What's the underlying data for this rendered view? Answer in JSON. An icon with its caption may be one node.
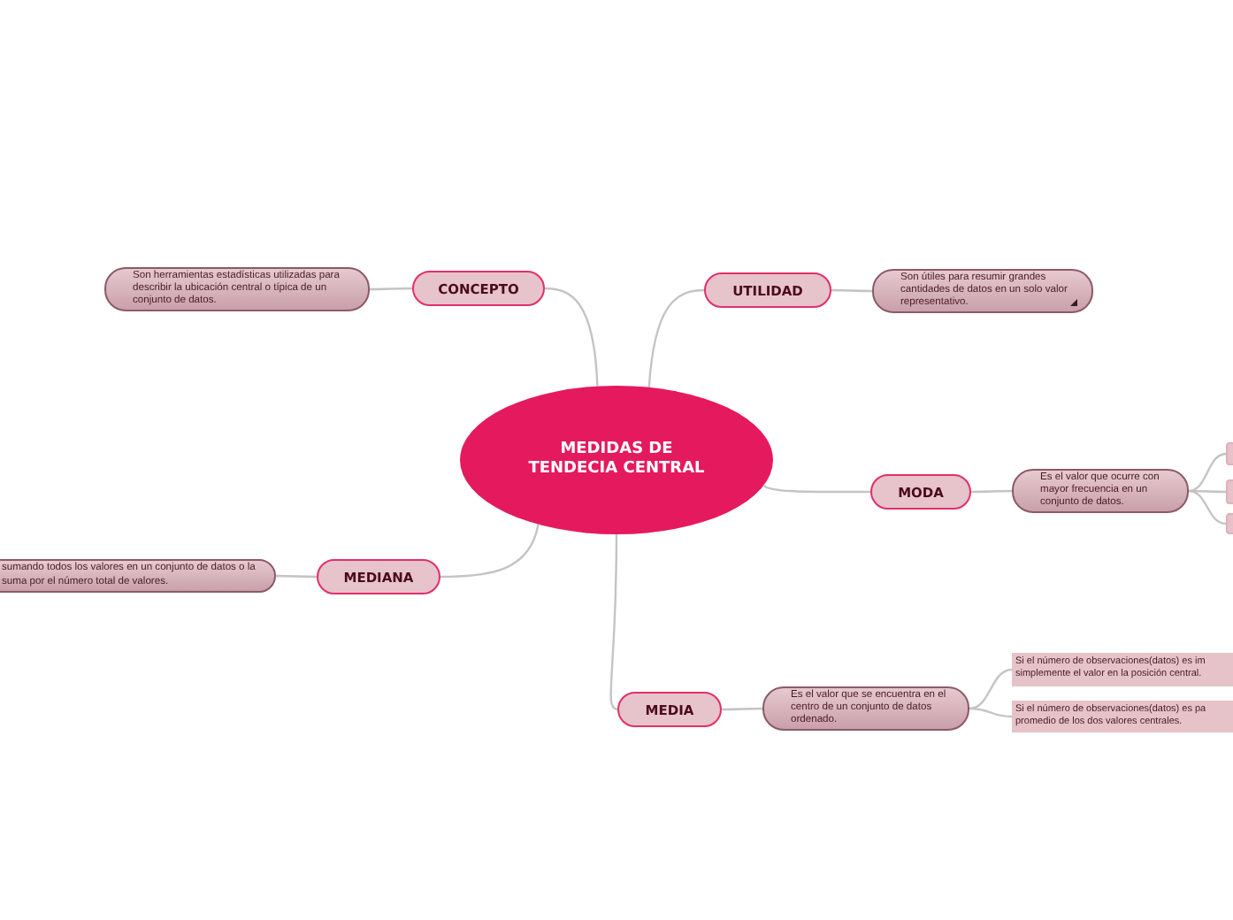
{
  "diagram": {
    "nodes": [
      {
        "text": [
          "MEDIDAS DE TENDECIA CENTRAL"
        ]
      },
      {
        "text": [
          "CONCEPTO"
        ]
      },
      {
        "text": [
          "Son herramientas estadísticas utilizadas para describir la ubicación central o típica de un conjunto de datos."
        ]
      },
      {
        "text": [
          "UTILIDAD"
        ]
      },
      {
        "text": [
          "Son útiles para resumir grandes cantidades de datos en un solo valor representativo."
        ]
      },
      {
        "text": [
          "MODA"
        ]
      },
      {
        "text": [
          "Es el valor que ocurre con mayor frecuencia en un conjunto de datos."
        ]
      },
      {
        "text": [],
        "shape": "box"
      },
      {
        "text": [],
        "shape": "box"
      },
      {
        "text": [],
        "shape": "box"
      },
      {
        "text": [
          "MEDIANA"
        ]
      },
      {
        "text": [
          "sumando todos los valores en un conjunto de datos o la suma por el número total de valores."
        ]
      },
      {
        "text": [
          "MEDIA"
        ]
      },
      {
        "text": [
          "Es el valor que se encuentra en el centro de un conjunto de datos ordenado."
        ]
      },
      {
        "text": [
          "Si el número de observaciones(datos) es im",
          "simplemente el valor en la posición central."
        ]
      },
      {
        "text": [
          "Si el número de observaciones(datos) es pa",
          "promedio de los dos valores centrales."
        ]
      }
    ],
    "edges": [
      {
        "from": 0,
        "to": 1,
        "arrow": "none"
      },
      {
        "from": 1,
        "to": 2,
        "arrow": "none"
      },
      {
        "from": 0,
        "to": 3,
        "arrow": "none"
      },
      {
        "from": 3,
        "to": 4,
        "arrow": "none"
      },
      {
        "from": 0,
        "to": 5,
        "arrow": "none"
      },
      {
        "from": 5,
        "to": 6,
        "arrow": "none"
      },
      {
        "from": 6,
        "to": 7,
        "arrow": "none"
      },
      {
        "from": 6,
        "to": 8,
        "arrow": "none"
      },
      {
        "from": 6,
        "to": 9,
        "arrow": "none"
      },
      {
        "from": 0,
        "to": 10,
        "arrow": "none"
      },
      {
        "from": 10,
        "to": 11,
        "arrow": "none"
      },
      {
        "from": 0,
        "to": 12,
        "arrow": "none"
      },
      {
        "from": 12,
        "to": 13,
        "arrow": "none"
      },
      {
        "from": 13,
        "to": 14,
        "arrow": "none"
      },
      {
        "from": 13,
        "to": 15,
        "arrow": "none"
      }
    ]
  }
}
